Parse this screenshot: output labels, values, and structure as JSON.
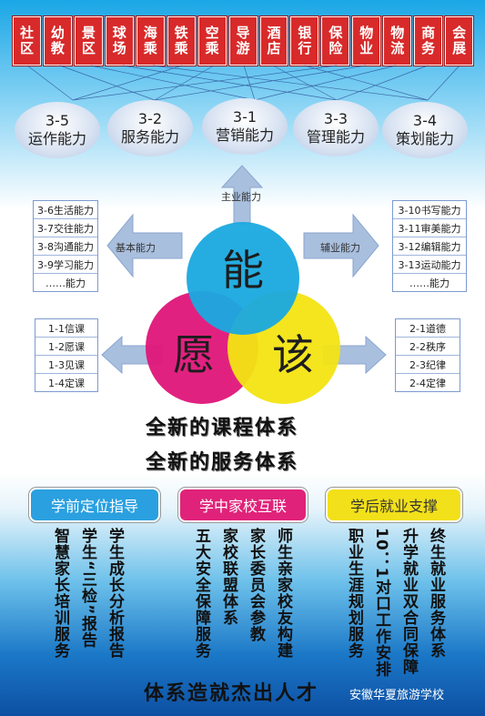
{
  "industries": [
    [
      "社",
      "区"
    ],
    [
      "幼",
      "教"
    ],
    [
      "景",
      "区"
    ],
    [
      "球",
      "场"
    ],
    [
      "海",
      "乘"
    ],
    [
      "铁",
      "乘"
    ],
    [
      "空",
      "乘"
    ],
    [
      "导",
      "游"
    ],
    [
      "酒",
      "店"
    ],
    [
      "银",
      "行"
    ],
    [
      "保",
      "险"
    ],
    [
      "物",
      "业"
    ],
    [
      "物",
      "流"
    ],
    [
      "商",
      "务"
    ],
    [
      "会",
      "展"
    ]
  ],
  "abilities": [
    {
      "code": "3-5",
      "name": "运作能力"
    },
    {
      "code": "3-2",
      "name": "服务能力"
    },
    {
      "code": "3-1",
      "name": "营销能力"
    },
    {
      "code": "3-3",
      "name": "管理能力"
    },
    {
      "code": "3-4",
      "name": "策划能力"
    }
  ],
  "labels": {
    "main": "主业能力",
    "basic": "基本能力",
    "aux": "辅业能力"
  },
  "basic_list": [
    "3-6生活能力",
    "3-7交往能力",
    "3-8沟通能力",
    "3-9学习能力",
    "……能力"
  ],
  "aux_list": [
    "3-10书写能力",
    "3-11审美能力",
    "3-12编辑能力",
    "3-13运动能力",
    "……能力"
  ],
  "will_list": [
    "1-1信课",
    "1-2愿课",
    "1-3见课",
    "1-4定课"
  ],
  "should_list": [
    "2-1道德",
    "2-2秩序",
    "2-3纪律",
    "2-4定律"
  ],
  "circles": {
    "ability": "能",
    "will": "愿",
    "should": "该"
  },
  "titles": {
    "course": "全新的课程体系",
    "service": "全新的服务体系"
  },
  "phases": [
    {
      "label": "学前定位指导",
      "color": "#2aa0e0"
    },
    {
      "label": "学中家校互联",
      "color": "#e0227a"
    },
    {
      "label": "学后就业支撑",
      "color": "#f2e01a"
    }
  ],
  "phase_items": [
    [
      "学生成长分析报告",
      "学生“三检”报告",
      "智慧家长培训服务"
    ],
    [
      "师生亲家校友构建",
      "家长委员会参教",
      "家校联盟体系",
      "五大安全保障服务"
    ],
    [
      "终生就业服务体系",
      "升学就业双合同保障",
      "10：1对口工作安排",
      "职业生涯规划服务"
    ]
  ],
  "footer": "体系造就杰出人才",
  "watermark": "安徽华夏旅游学校"
}
